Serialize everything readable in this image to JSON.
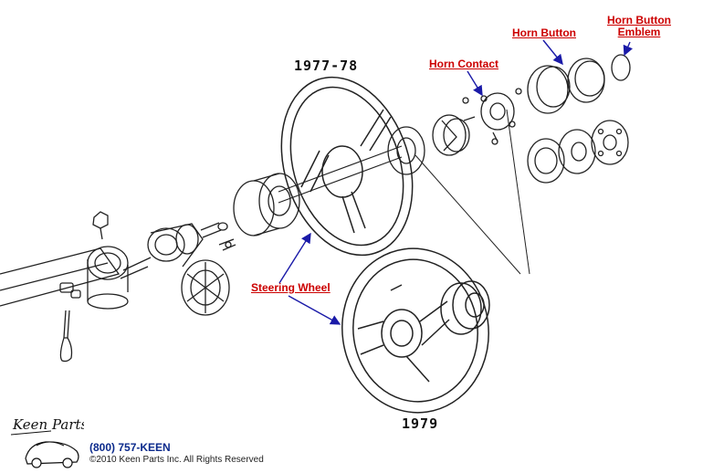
{
  "labels": {
    "year_top": "1977-78",
    "year_bottom": "1979",
    "horn_contact": "Horn Contact",
    "horn_button": "Horn Button",
    "horn_button_emblem_line1": "Horn Button",
    "horn_button_emblem_line2": "Emblem",
    "steering_wheel": "Steering Wheel"
  },
  "footer": {
    "logo_text": "Keen Parts",
    "phone": "(800) 757-KEEN",
    "copyright": "©2010 Keen Parts Inc. All Rights Reserved"
  },
  "colors": {
    "callout_text": "#cc0000",
    "arrow": "#1a1aa8",
    "linework": "#222222",
    "phone_text": "#0b2a8c"
  }
}
